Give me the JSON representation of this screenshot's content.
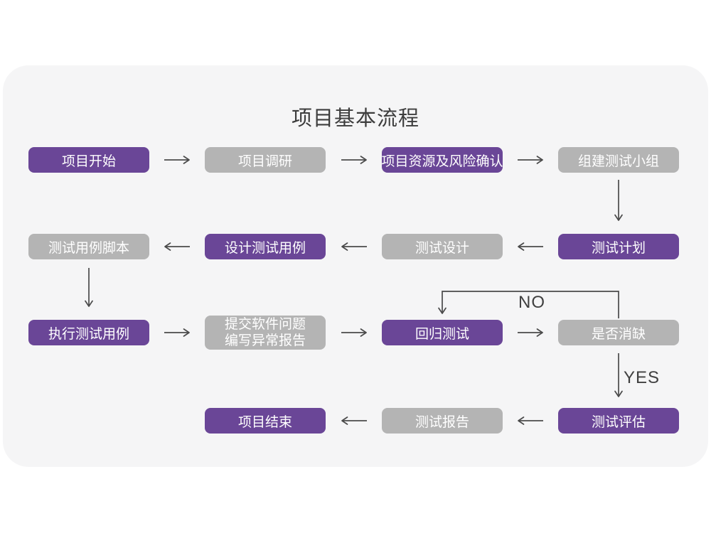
{
  "title": "项目基本流程",
  "colors": {
    "primary": "#6a4697",
    "muted": "#b4b4b4",
    "card_bg": "#f5f5f6",
    "arrow": "#4a4a4a",
    "title_color": "#3d3d3d",
    "node_text": "#ffffff"
  },
  "nodes": {
    "project_start": {
      "label": "项目开始",
      "variant": "primary"
    },
    "project_research": {
      "label": "项目调研",
      "variant": "muted"
    },
    "project_resources": {
      "label": "项目资源及风险确认",
      "variant": "primary"
    },
    "build_team": {
      "label": "组建测试小组",
      "variant": "muted"
    },
    "test_plan": {
      "label": "测试计划",
      "variant": "primary"
    },
    "test_design": {
      "label": "测试设计",
      "variant": "muted"
    },
    "design_cases": {
      "label": "设计测试用例",
      "variant": "primary"
    },
    "case_script": {
      "label": "测试用例脚本",
      "variant": "muted"
    },
    "execute_cases": {
      "label": "执行测试用例",
      "variant": "primary"
    },
    "submit_report": {
      "lines": [
        "提交软件问题",
        "编写异常报告"
      ],
      "variant": "muted"
    },
    "regression_test": {
      "label": "回归测试",
      "variant": "primary"
    },
    "defect_cleared": {
      "label": "是否消缺",
      "variant": "muted"
    },
    "test_evaluate": {
      "label": "测试评估",
      "variant": "primary"
    },
    "test_report": {
      "label": "测试报告",
      "variant": "muted"
    },
    "project_end": {
      "label": "项目结束",
      "variant": "primary"
    }
  },
  "edge_labels": {
    "no": "NO",
    "yes": "YES"
  }
}
